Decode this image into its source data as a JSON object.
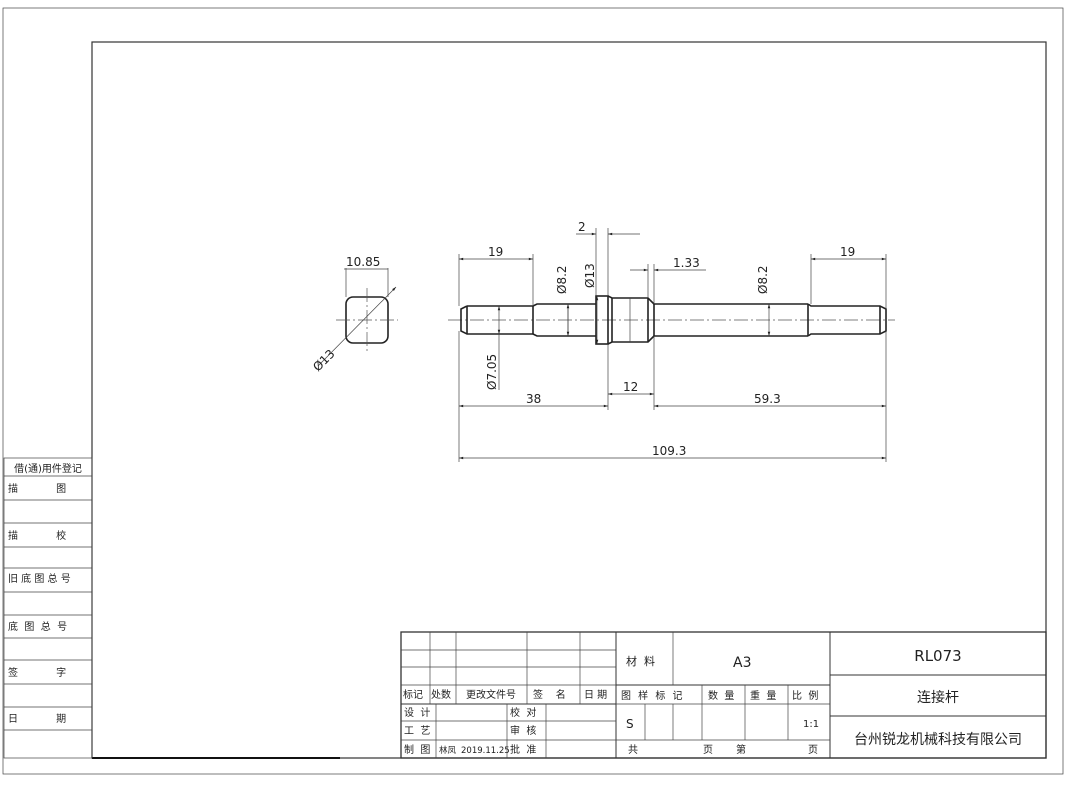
{
  "dims": {
    "side_width": "10.85",
    "side_dia": "Ø13",
    "left_len": "19",
    "dia_82_left": "Ø8.2",
    "dia_13": "Ø13",
    "collar": "2",
    "small_step": "1.33",
    "dia_82_right": "Ø8.2",
    "right_len": "19",
    "dia_705": "Ø7.05",
    "len_38": "38",
    "len_12": "12",
    "len_593": "59.3",
    "total": "109.3"
  },
  "left_panel": {
    "title": "借(通)用件登记",
    "row1": "描            图",
    "row2": "描            校",
    "row3": "旧 底 图 总 号",
    "row4": "底  图  总  号",
    "row5": "签            字",
    "row6": "日            期"
  },
  "title_block": {
    "h_mark": "标记",
    "h_count": "处数",
    "h_doc": "更改文件号",
    "h_sign": "签    名",
    "h_date": "日 期",
    "design": "设  计",
    "process": "工  艺",
    "drafting": "制  图",
    "drafter": "林凤",
    "draft_date": "2019.11.25",
    "proofread": "校  对",
    "review": "审  核",
    "approve": "批  准",
    "material_label": "材  料",
    "material": "A3",
    "h_mark2": "图 样 标 记",
    "h_qty": "数  量",
    "h_weight": "重  量",
    "h_scale": "比  例",
    "mark_value": "S",
    "scale": "1:1",
    "total_label": "共",
    "page_label": "页",
    "sheet_label": "第",
    "page_label2": "页",
    "drawing_no": "RL073",
    "part_name": "连接杆",
    "company": "台州锐龙机械科技有限公司"
  }
}
